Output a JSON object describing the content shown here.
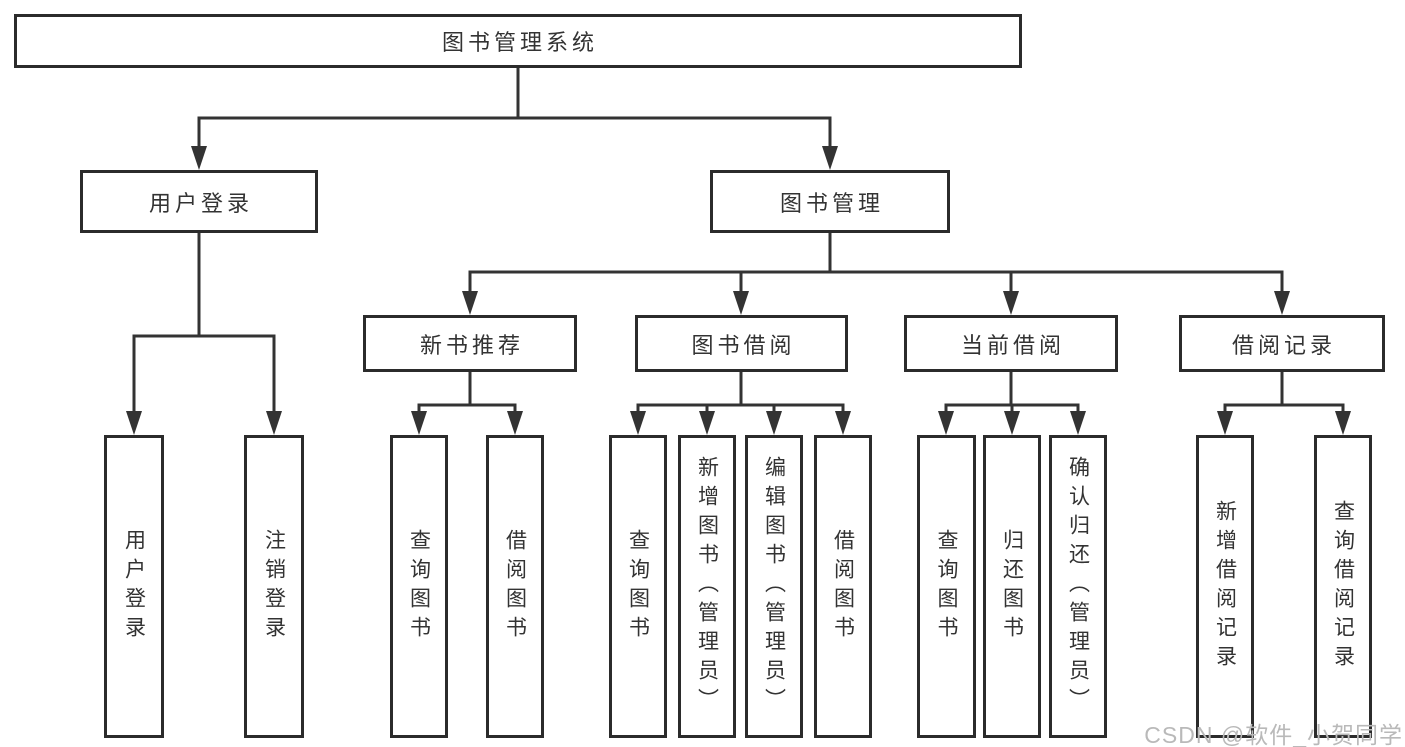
{
  "diagram": {
    "root": {
      "label": "图书管理系统"
    },
    "level2": {
      "user_login": {
        "label": "用户登录"
      },
      "book_mgmt": {
        "label": "图书管理"
      }
    },
    "level3": {
      "new_book_rec": {
        "label": "新书推荐"
      },
      "book_borrow": {
        "label": "图书借阅"
      },
      "current_borrow": {
        "label": "当前借阅"
      },
      "borrow_records": {
        "label": "借阅记录"
      }
    },
    "leaves": {
      "user_login_leaf": {
        "label": "用户登录"
      },
      "logout": {
        "label": "注销登录"
      },
      "rec_query_book": {
        "label": "查询图书"
      },
      "rec_borrow_book": {
        "label": "借阅图书"
      },
      "bor_query_book": {
        "label": "查询图书"
      },
      "bor_add_book": {
        "label": "新增图书（管理员）"
      },
      "bor_edit_book": {
        "label": "编辑图书（管理员）"
      },
      "bor_borrow_book": {
        "label": "借阅图书"
      },
      "cur_query_book": {
        "label": "查询图书"
      },
      "cur_return_book": {
        "label": "归还图书"
      },
      "cur_confirm_return": {
        "label": "确认归还（管理员）"
      },
      "recd_add_record": {
        "label": "新增借阅记录"
      },
      "recd_query_record": {
        "label": "查询借阅记录"
      }
    },
    "colors": {
      "line": "#333333",
      "box_border": "#2b2b2b",
      "text": "#333333",
      "watermark": "#b9b9b9",
      "background": "#ffffff"
    },
    "watermark": "CSDN @软件_小贺同学"
  }
}
